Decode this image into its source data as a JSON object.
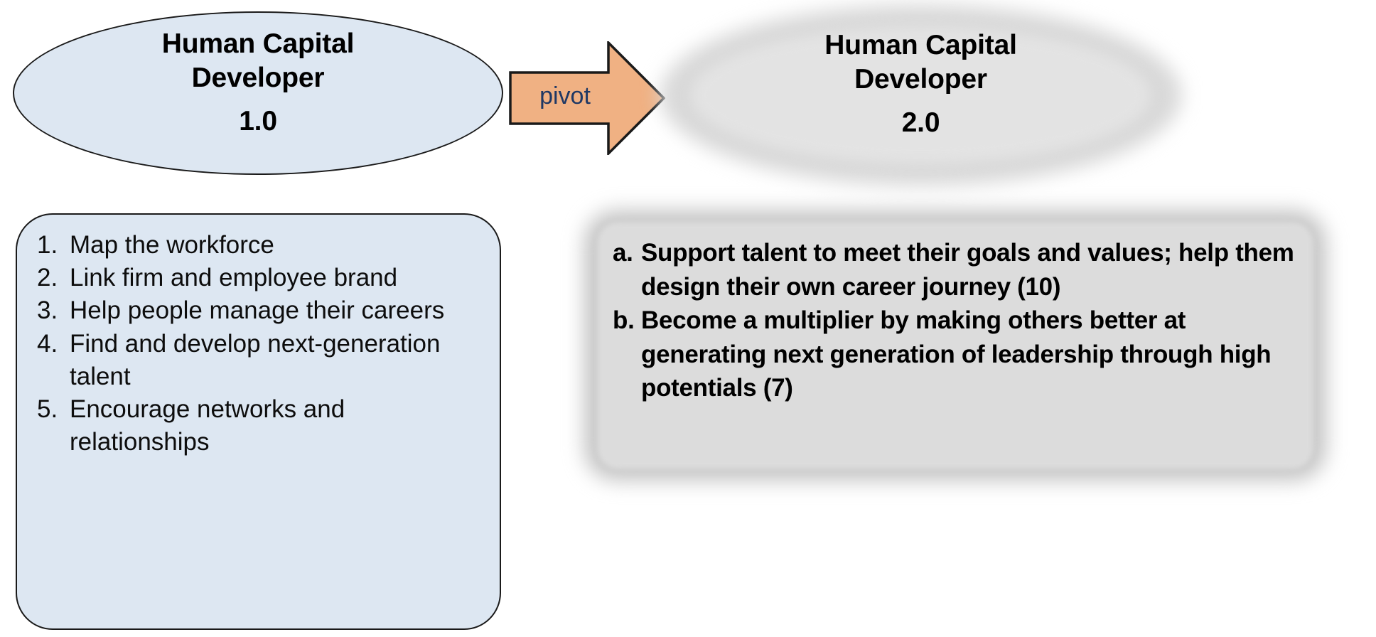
{
  "diagram": {
    "title_left": "Human Capital Developer 1.0",
    "title_right": "Human Capital Developer 2.0",
    "connector_label": "pivot",
    "colors": {
      "left_fill": "#dde7f2",
      "left_stroke": "#1a1a1a",
      "right_fill": "#d9d9d9",
      "arrow_fill": "#f0b183",
      "arrow_stroke": "#1a1a1a",
      "arrow_text": "#1f3864"
    }
  },
  "left_node": {
    "line1": "Human Capital",
    "line2": "Developer",
    "version": "1.0"
  },
  "right_node": {
    "line1": "Human Capital",
    "line2": "Developer",
    "version": "2.0"
  },
  "arrow": {
    "label": "pivot"
  },
  "left_list": {
    "items": [
      {
        "marker": "1.",
        "text": "Map the workforce"
      },
      {
        "marker": "2.",
        "text": "Link firm and employee brand"
      },
      {
        "marker": "3.",
        "text": "Help people manage their careers"
      },
      {
        "marker": "4.",
        "text": "Find and develop next-generation talent"
      },
      {
        "marker": "5.",
        "text": "Encourage networks and relationships"
      }
    ]
  },
  "right_list": {
    "items": [
      {
        "marker": "a.",
        "text": "Support talent to meet their goals and values; help them design their own career journey (10)"
      },
      {
        "marker": "b.",
        "text": "Become a multiplier by making others better at generating next generation of leadership through high potentials (7)"
      }
    ]
  }
}
